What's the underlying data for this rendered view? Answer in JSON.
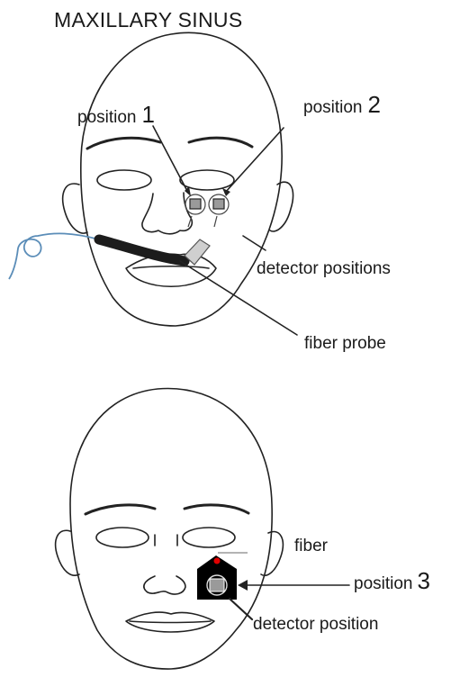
{
  "title": "MAXILLARY SINUS",
  "top_face": {
    "position1_word": "position",
    "position1_num": "1",
    "position2_word": "position",
    "position2_num": "2",
    "detector_positions_label": "detector positions",
    "fiber_probe_label": "fiber probe"
  },
  "bottom_face": {
    "fiber_label": "fiber",
    "position3_word": "position",
    "position3_num": "3",
    "detector_position_label": "detector position"
  },
  "colors": {
    "fiber_cable": "#5b8db8",
    "probe": "#1c1c1c",
    "detector_fill": "#9a9a9a",
    "source_dot": "#e00000",
    "holder": "#000000"
  }
}
